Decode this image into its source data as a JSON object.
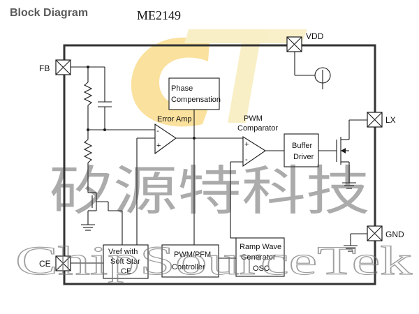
{
  "header": {
    "section_title": "Block Diagram",
    "part_number": "ME2149"
  },
  "pins": {
    "fb": "FB",
    "vdd": "VDD",
    "lx": "LX",
    "ce": "CE",
    "gnd": "GND"
  },
  "blocks": {
    "phase_compensation": [
      "Phase",
      "Compensation"
    ],
    "error_amp": "Error  Amp",
    "pwm_comparator": [
      "PWM",
      "Comparator"
    ],
    "buffer_driver": [
      "Buffer",
      "Driver"
    ],
    "vref": [
      "Vref with",
      "Soft Star",
      "CE"
    ],
    "pwm_pfm": [
      "PWM/PFM",
      "Controller"
    ],
    "ramp_wave": [
      "Ramp Wave",
      "Generator",
      "OSC"
    ]
  },
  "symbols": {
    "plus": "+",
    "minus": "-"
  },
  "watermark": {
    "chinese": "矽源特科技",
    "english": "ChipSourceTek",
    "logo_colors": [
      "#f6c94f",
      "#f4e29a"
    ]
  }
}
